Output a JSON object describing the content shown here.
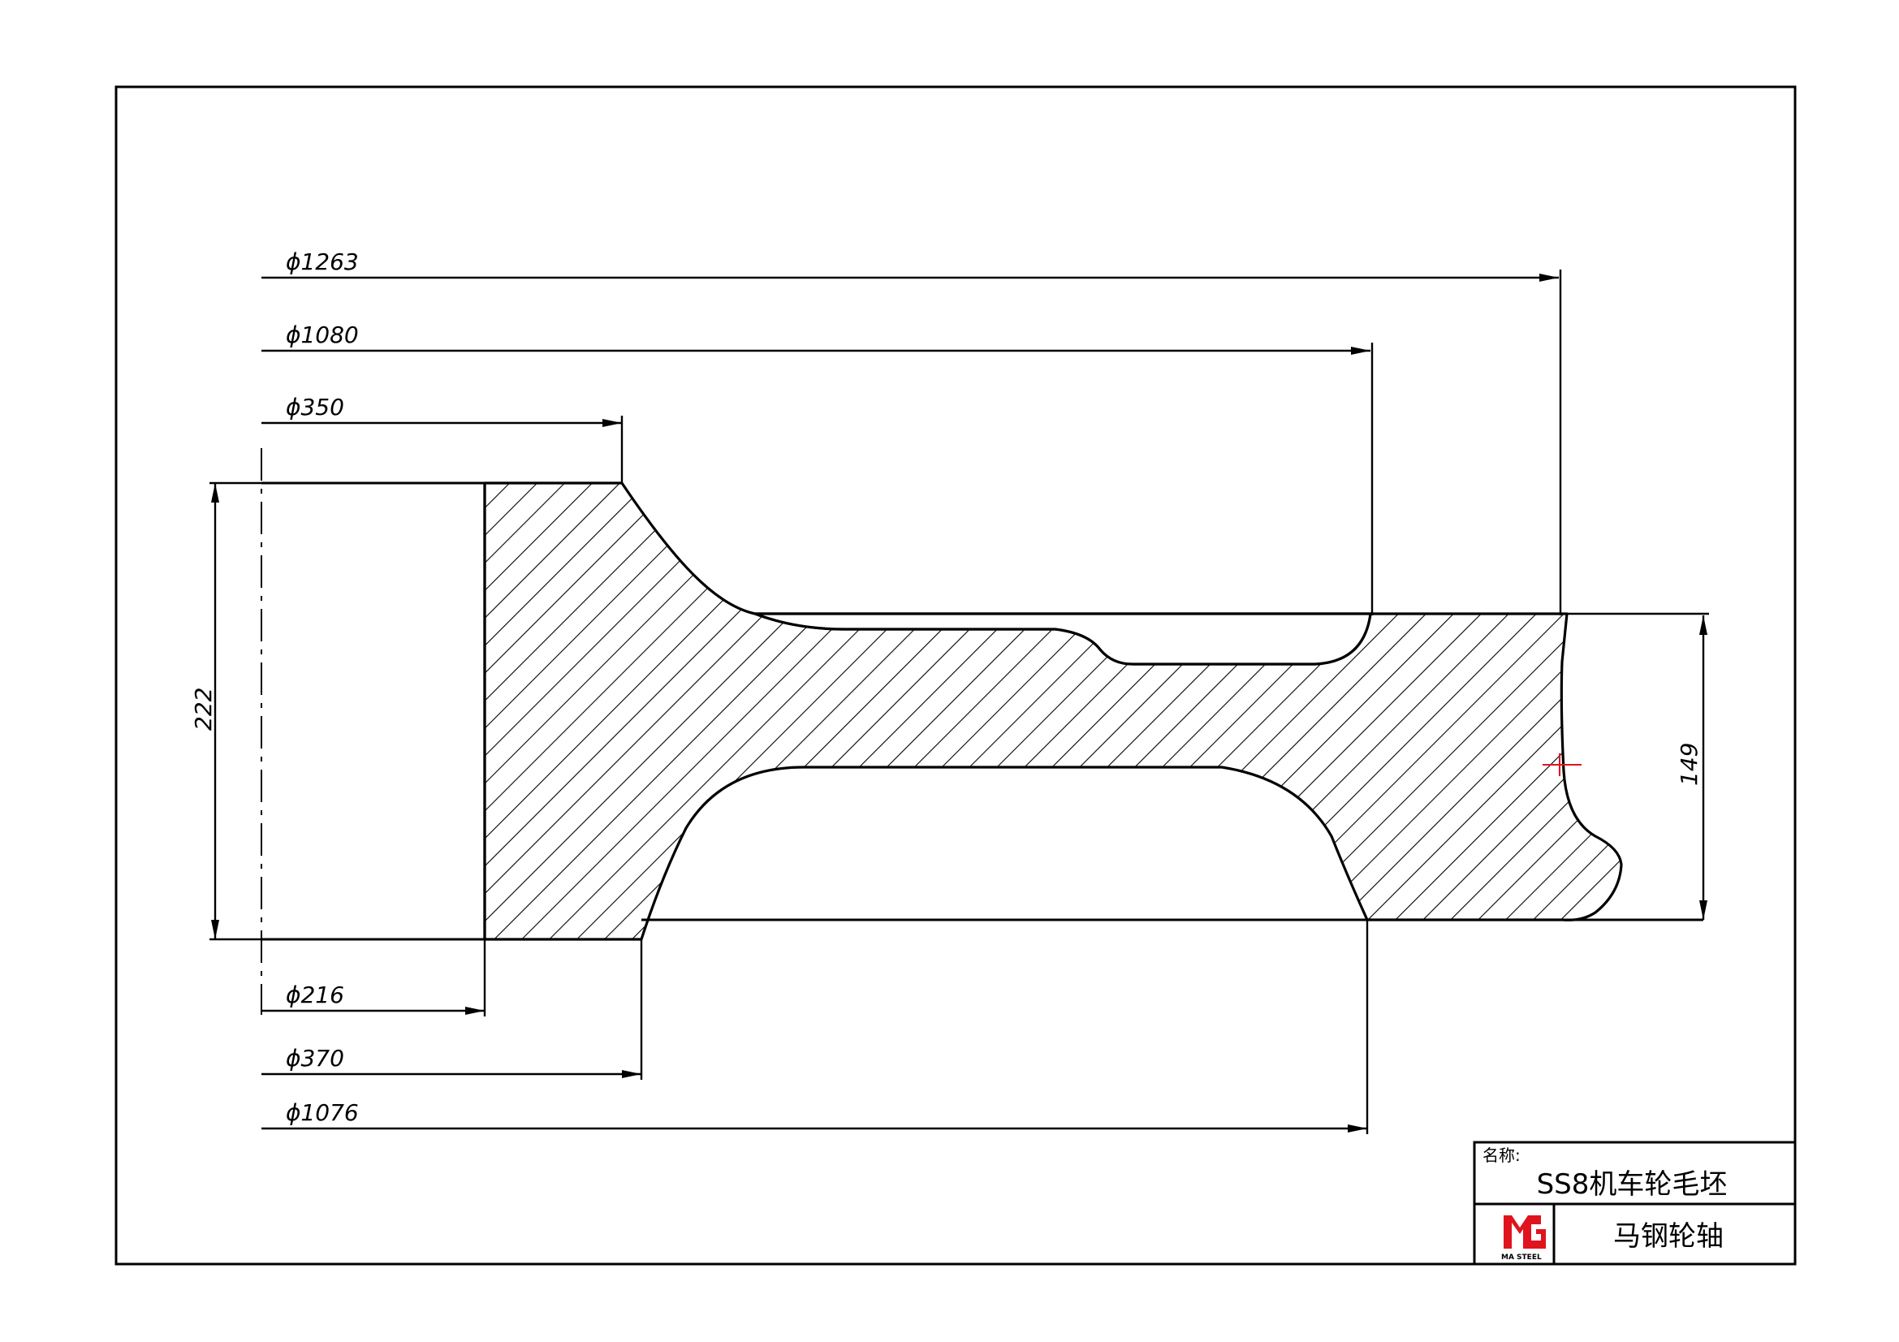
{
  "dimensions": {
    "d1263": "ϕ1263",
    "d1080": "ϕ1080",
    "d350": "ϕ350",
    "d216": "ϕ216",
    "d370": "ϕ370",
    "d1076": "ϕ1076",
    "h222": "222",
    "h149": "149"
  },
  "title_block": {
    "name_label": "名称:",
    "part_name": "SS8机车轮毛坯",
    "company": "马钢轮轴",
    "logo_text": "MA STEEL"
  },
  "colors": {
    "line": "#000000",
    "logo": "#e0141e",
    "center_mark": "#e0141e"
  }
}
